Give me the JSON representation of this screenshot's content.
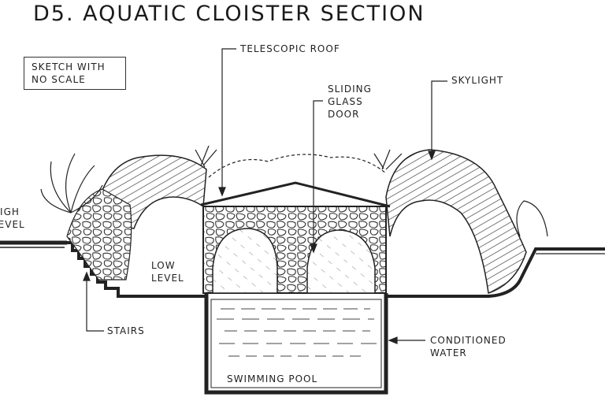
{
  "title": "D5. AQUATIC CLOISTER SECTION",
  "note": {
    "line1": "SKETCH WITH",
    "line2": "NO SCALE"
  },
  "labels": {
    "telescopic_roof": "TELESCOPIC ROOF",
    "sliding_glass_door": {
      "line1": "SLIDING",
      "line2": "GLASS",
      "line3": "DOOR"
    },
    "skylight": "SKYLIGHT",
    "high_level": {
      "line1": "HIGH",
      "line2": "LEVEL"
    },
    "low_level": {
      "line1": "LOW",
      "line2": "LEVEL"
    },
    "stairs": "STAIRS",
    "conditioned_water": {
      "line1": "CONDITIONED",
      "line2": "WATER"
    },
    "swimming_pool": "SWIMMING POOL"
  },
  "colors": {
    "ink": "#1e1e1e",
    "paper": "#ffffff"
  }
}
